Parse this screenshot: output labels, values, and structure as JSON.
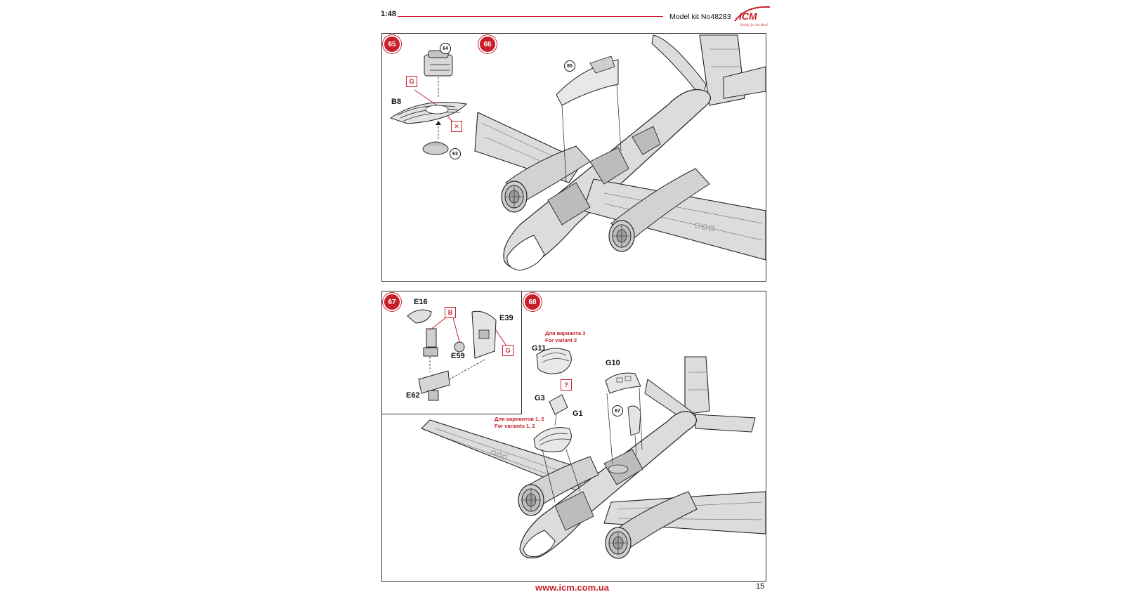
{
  "header": {
    "scale": "1:48",
    "kit": "Model kit No48283",
    "logo": "ICM",
    "logo_tagline": "Hobby for the Best!"
  },
  "steps": [
    {
      "number": "65",
      "parts": {
        "ref_top": "64",
        "box": "G",
        "part": "B8",
        "ref_bottom": "63"
      }
    },
    {
      "number": "66",
      "parts": {
        "ref": "65"
      }
    },
    {
      "number": "67",
      "parts": {
        "top": "E16",
        "box_b": "B",
        "side": "E39",
        "box_g": "G",
        "mid": "E59",
        "bottom": "E62"
      }
    },
    {
      "number": "68",
      "parts": {
        "variant3_ru": "Для варианта 3",
        "variant3_en": "For variant 3",
        "g11": "G11",
        "q": "?",
        "g10": "G10",
        "g3": "G3",
        "g1": "G1",
        "ref67": "67",
        "variants12_ru": "Для вариантов 1, 2",
        "variants12_en": "For variants 1, 2"
      }
    }
  ],
  "footer": {
    "url": "www.icm.com.ua",
    "page": "15"
  },
  "colors": {
    "accent": "#c8202a",
    "line": "#333333",
    "aircraft_fill": "#dcdcdc"
  }
}
